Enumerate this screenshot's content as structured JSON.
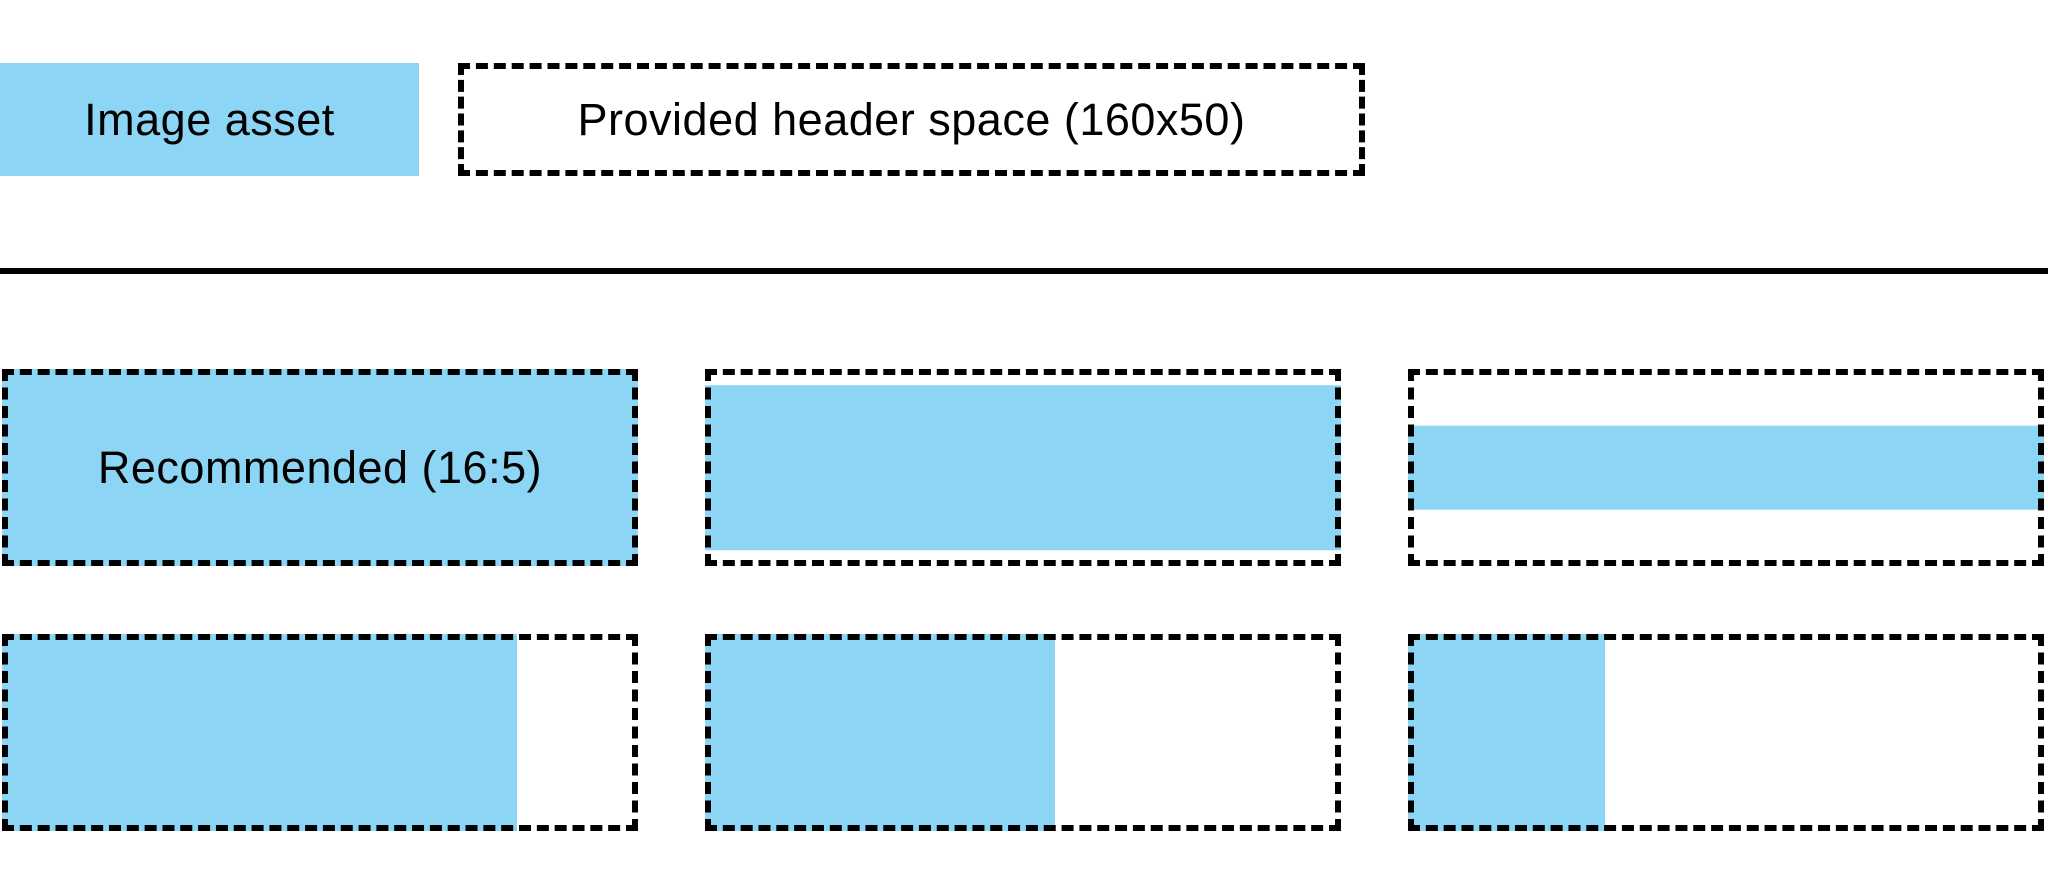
{
  "colors": {
    "asset_blue": "#8CD5F4",
    "line_black": "#000000"
  },
  "legend": {
    "image_asset_label": "Image asset",
    "header_space_label": "Provided header space (160x50)"
  },
  "examples": [
    {
      "name": "recommended-16-5",
      "label": "Recommended (16:5)",
      "width_pct": 100,
      "height_pct": 100,
      "h_align": "left",
      "v_align": "top"
    },
    {
      "name": "wider-ratio-letterboxed",
      "label": "",
      "width_pct": 100,
      "height_pct": 84,
      "h_align": "left",
      "v_align": "center"
    },
    {
      "name": "very-wide-ratio-letterboxed",
      "label": "",
      "width_pct": 100,
      "height_pct": 43,
      "h_align": "left",
      "v_align": "center"
    },
    {
      "name": "narrower-ratio-left-aligned",
      "label": "",
      "width_pct": 81,
      "height_pct": 100,
      "h_align": "left",
      "v_align": "top"
    },
    {
      "name": "16-9-ratio-left-aligned",
      "label": "",
      "width_pct": 55,
      "height_pct": 100,
      "h_align": "left",
      "v_align": "top"
    },
    {
      "name": "square-ratio-left-aligned",
      "label": "",
      "width_pct": 31,
      "height_pct": 100,
      "h_align": "left",
      "v_align": "top"
    }
  ]
}
